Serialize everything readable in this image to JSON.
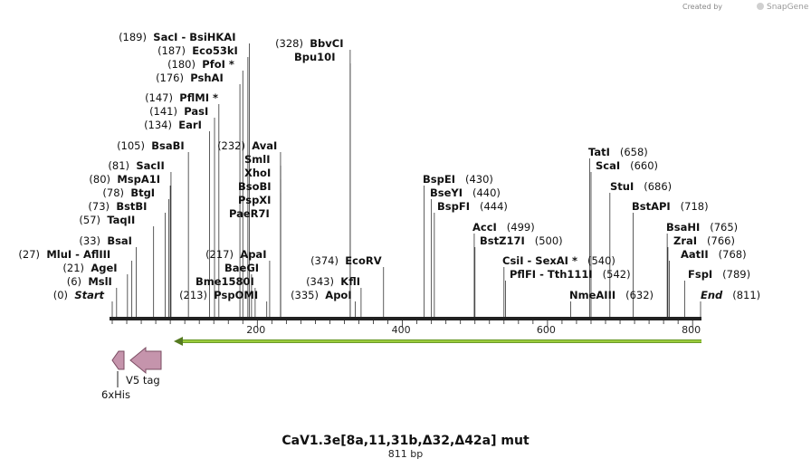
{
  "header": {
    "credit": "Created by",
    "brand": "SnapGene"
  },
  "map": {
    "title": "CaV1.3e[8a,11,31b,Δ32,Δ42a] mut",
    "length_label": "811 bp",
    "length": 811,
    "ticks": [
      "200",
      "400",
      "600",
      "800"
    ],
    "feature_color": "#c594ac",
    "arrow_color": "#9ccc3c"
  },
  "sites": [
    {
      "name": "Start",
      "pos": "(0)",
      "italic": true,
      "cut": 0
    },
    {
      "name": "MslI",
      "pos": "(6)",
      "cut": 6
    },
    {
      "name": "AgeI",
      "pos": "(21)",
      "cut": 21
    },
    {
      "name": "MluI  -  AflIII",
      "pos": "(27)",
      "cut": 27
    },
    {
      "name": "BsaI",
      "pos": "(33)",
      "cut": 33
    },
    {
      "name": "TaqII",
      "pos": "(57)",
      "cut": 57
    },
    {
      "name": "BstBI",
      "pos": "(73)",
      "cut": 73
    },
    {
      "name": "BtgI",
      "pos": "(78)",
      "cut": 78
    },
    {
      "name": "MspA1I",
      "pos": "(80)",
      "cut": 80
    },
    {
      "name": "SacII",
      "pos": "(81)",
      "cut": 81
    },
    {
      "name": "BsaBI",
      "pos": "(105)",
      "cut": 105
    },
    {
      "name": "EarI",
      "pos": "(134)",
      "cut": 134
    },
    {
      "name": "PasI",
      "pos": "(141)",
      "cut": 141
    },
    {
      "name": "PflMI *",
      "pos": "(147)",
      "cut": 147
    },
    {
      "name": "PshAI",
      "pos": "(176)",
      "cut": 176
    },
    {
      "name": "PfoI *",
      "pos": "(180)",
      "cut": 180
    },
    {
      "name": "Eco53kI",
      "pos": "(187)",
      "cut": 187
    },
    {
      "name": "SacI  -  BsiHKAI",
      "pos": "(189)",
      "cut": 189
    },
    {
      "name": "PspOMI",
      "pos": "(213)",
      "cut": 213
    },
    {
      "name": "Bme1580I",
      "pos": "",
      "cut": 197
    },
    {
      "name": "BaeGI",
      "pos": "",
      "cut": 192
    },
    {
      "name": "ApaI",
      "pos": "(217)",
      "cut": 217
    },
    {
      "name": "PaeR7I",
      "pos": "",
      "cut": 232
    },
    {
      "name": "PspXI",
      "pos": "",
      "cut": 232
    },
    {
      "name": "BsoBI",
      "pos": "",
      "cut": 232
    },
    {
      "name": "XhoI",
      "pos": "",
      "cut": 232
    },
    {
      "name": "SmlI",
      "pos": "",
      "cut": 232
    },
    {
      "name": "AvaI",
      "pos": "(232)",
      "cut": 232
    },
    {
      "name": "BbvCI",
      "pos": "(328)",
      "cut": 328
    },
    {
      "name": "Bpu10I",
      "pos": "",
      "cut": 328
    },
    {
      "name": "ApoI",
      "pos": "(335)",
      "cut": 335
    },
    {
      "name": "KflI",
      "pos": "(343)",
      "cut": 343
    },
    {
      "name": "EcoRV",
      "pos": "(374)",
      "cut": 374
    },
    {
      "name": "BspEI",
      "pos": "(430)",
      "cut": 430
    },
    {
      "name": "BseYI",
      "pos": "(440)",
      "cut": 440
    },
    {
      "name": "BspFI",
      "pos": "(444)",
      "cut": 444
    },
    {
      "name": "AccI",
      "pos": "(499)",
      "cut": 499
    },
    {
      "name": "BstZ17I",
      "pos": "(500)",
      "cut": 500
    },
    {
      "name": "CsiI  -  SexAI *",
      "pos": "(540)",
      "cut": 540
    },
    {
      "name": "PflFI  -  Tth111I",
      "pos": "(542)",
      "cut": 542
    },
    {
      "name": "NmeAIII",
      "pos": "(632)",
      "cut": 632
    },
    {
      "name": "TatI",
      "pos": "(658)",
      "cut": 658
    },
    {
      "name": "ScaI",
      "pos": "(660)",
      "cut": 660
    },
    {
      "name": "StuI",
      "pos": "(686)",
      "cut": 686
    },
    {
      "name": "BstAPI",
      "pos": "(718)",
      "cut": 718
    },
    {
      "name": "BsaHI",
      "pos": "(765)",
      "cut": 765
    },
    {
      "name": "ZraI",
      "pos": "(766)",
      "cut": 766
    },
    {
      "name": "AatII",
      "pos": "(768)",
      "cut": 768
    },
    {
      "name": "FspI",
      "pos": "(789)",
      "cut": 789
    },
    {
      "name": "End",
      "pos": "(811)",
      "italic": true,
      "cut": 811
    }
  ],
  "features": [
    {
      "name": "6xHis"
    },
    {
      "name": "V5 tag"
    }
  ]
}
